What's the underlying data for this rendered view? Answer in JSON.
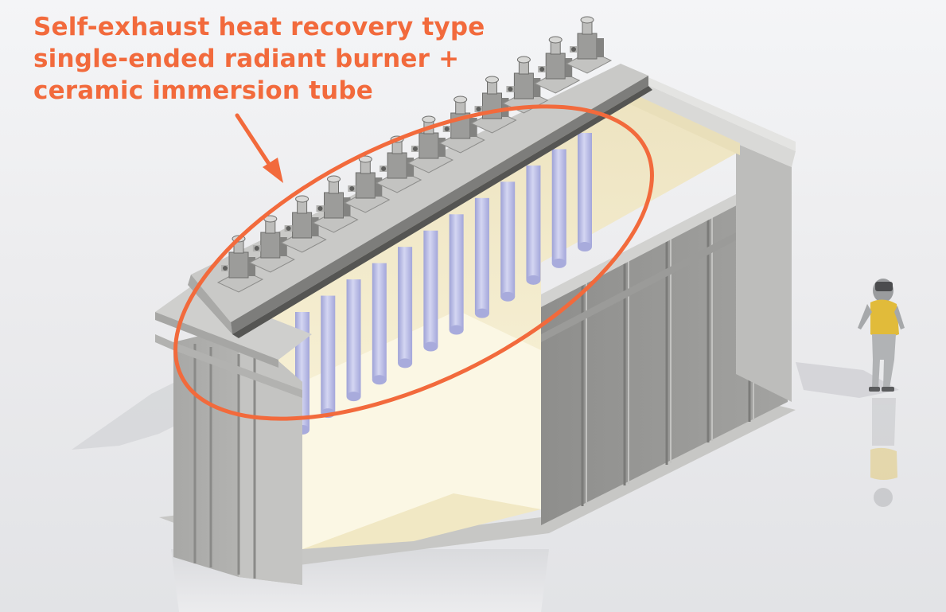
{
  "callout": {
    "lines": [
      "Self-exhaust heat recovery type",
      "single-ended radiant burner +",
      "ceramic immersion tube"
    ]
  },
  "colors": {
    "callout": "#f26a3c",
    "steel": "#b5b5b3",
    "steel_dark": "#8f8f8d",
    "refractory": "#f5efd2",
    "tube": "#b9bce6"
  },
  "components": {
    "burner_count": 12,
    "tube_count": 12,
    "icons": [
      "radiant-burner-icon",
      "ceramic-tube-icon",
      "human-figure-icon"
    ]
  }
}
